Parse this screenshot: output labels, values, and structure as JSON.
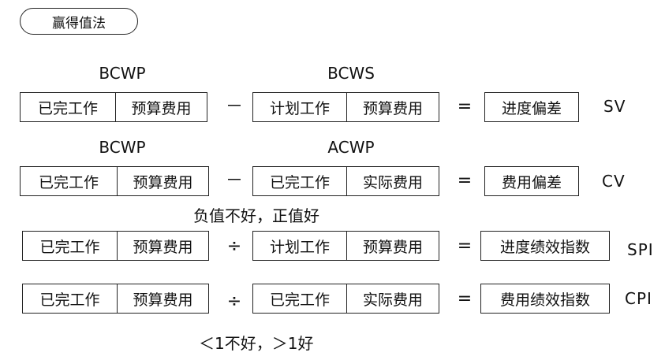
{
  "title": "赢得值法",
  "rows": [
    {
      "label_left": "BCWP",
      "label_right": "BCWS",
      "left": [
        "已完工作",
        "预算费用"
      ],
      "op": "－",
      "right": [
        "计划工作",
        "预算费用"
      ],
      "eq": "=",
      "result": "进度偏差",
      "abbr": "SV"
    },
    {
      "label_left": "BCWP",
      "label_right": "ACWP",
      "left": [
        "已完工作",
        "预算费用"
      ],
      "op": "－",
      "right": [
        "已完工作",
        "实际费用"
      ],
      "eq": "=",
      "result": "费用偏差",
      "abbr": "CV"
    },
    {
      "note_above": "负值不好，正值好",
      "left": [
        "已完工作",
        "预算费用"
      ],
      "op": "÷",
      "right": [
        "计划工作",
        "预算费用"
      ],
      "eq": "=",
      "result": "进度绩效指数",
      "abbr": "SPI"
    },
    {
      "left": [
        "已完工作",
        "预算费用"
      ],
      "op": "÷",
      "right": [
        "已完工作",
        "实际费用"
      ],
      "eq": "=",
      "result": "费用绩效指数",
      "abbr": "CPI"
    }
  ],
  "note_bottom": "＜1不好，＞1好"
}
